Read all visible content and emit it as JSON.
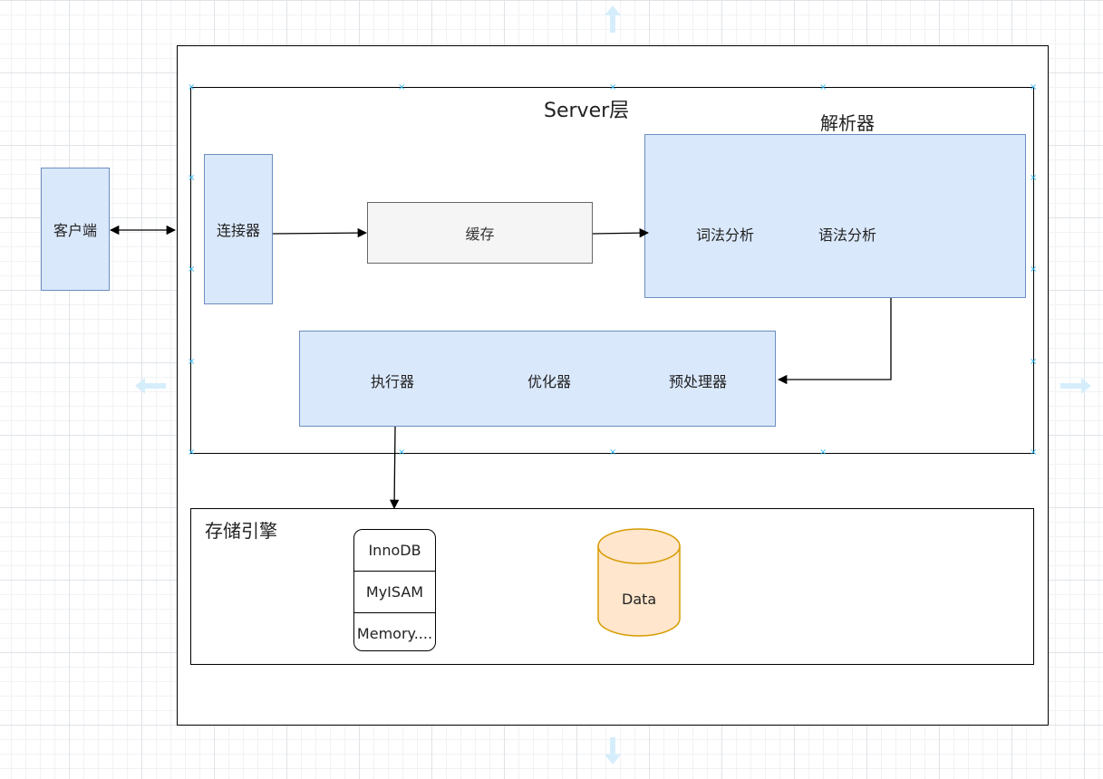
{
  "client": {
    "label": "客户端"
  },
  "server_layer": {
    "title": "Server层"
  },
  "connector": {
    "label": "连接器"
  },
  "cache": {
    "label": "缓存"
  },
  "parser": {
    "title": "解析器",
    "items": [
      "词法分析",
      "语法分析"
    ]
  },
  "executor_group": {
    "items": [
      "执行器",
      "优化器",
      "预处理器"
    ]
  },
  "storage_engine": {
    "title": "存储引擎",
    "engines": [
      "InnoDB",
      "MyISAM",
      "Memory...."
    ],
    "data_label": "Data"
  },
  "colors": {
    "blue_fill": "#dae8fc",
    "blue_stroke": "#6c8ebf",
    "cache_fill": "#f5f5f5",
    "data_fill": "#ffe6cc",
    "data_stroke": "#d79b00",
    "selection_handle": "#29b6f2"
  }
}
